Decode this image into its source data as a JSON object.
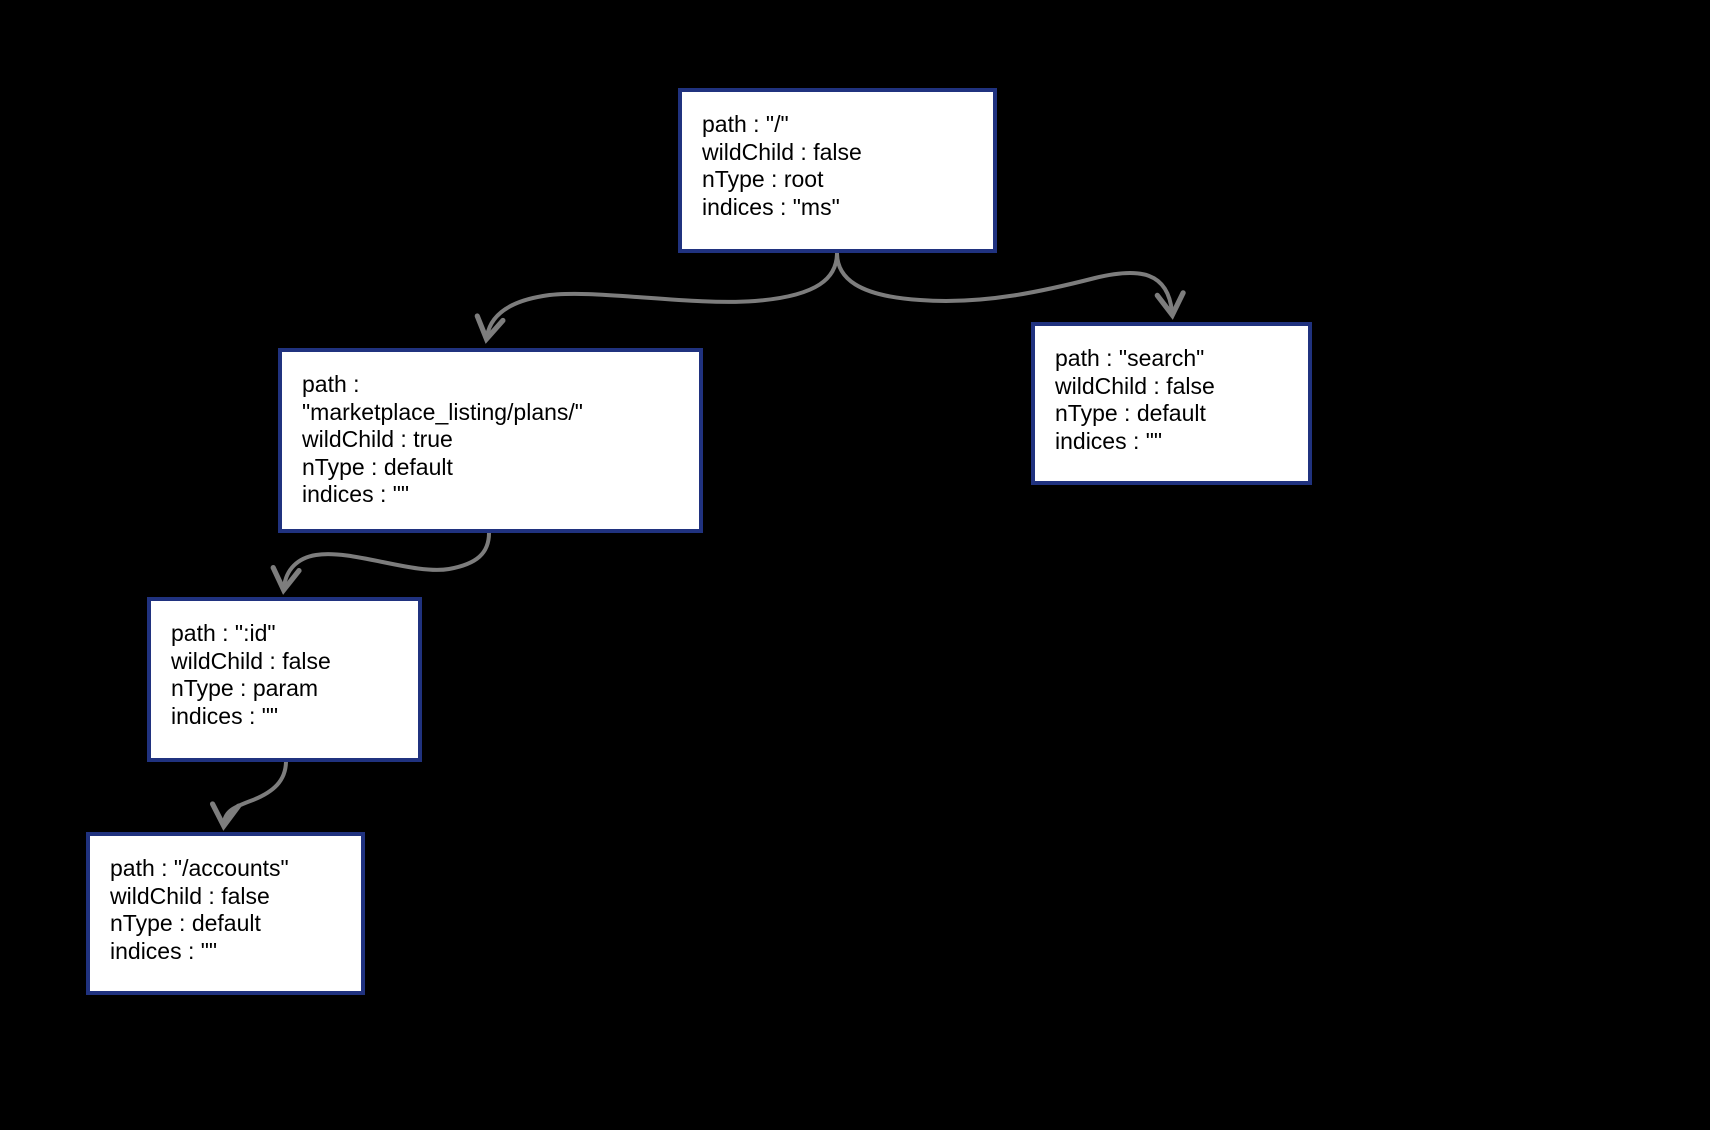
{
  "diagram": {
    "description": "router tree node diagram",
    "background": "#000000"
  },
  "colors": {
    "box_border": "#20327f",
    "box_fill": "#ffffff",
    "arrow": "#7d7d7d",
    "text": "#000000"
  },
  "nodes": {
    "root": {
      "lines": [
        "path : \"/\"",
        "wildChild : false",
        "nType : root",
        "indices : \"ms\""
      ]
    },
    "marketplace": {
      "lines": [
        "path :",
        "\"marketplace_listing/plans/\"",
        "wildChild : true",
        "nType : default",
        "indices : \"\""
      ]
    },
    "search": {
      "lines": [
        "path : \"search\"",
        "wildChild : false",
        "nType : default",
        "indices : \"\""
      ]
    },
    "param": {
      "lines": [
        "path : \":id\"",
        "wildChild : false",
        "nType : param",
        "indices : \"\""
      ]
    },
    "accounts": {
      "lines": [
        "path : \"/accounts\"",
        "wildChild : false",
        "nType : default",
        "indices : \"\""
      ]
    }
  }
}
